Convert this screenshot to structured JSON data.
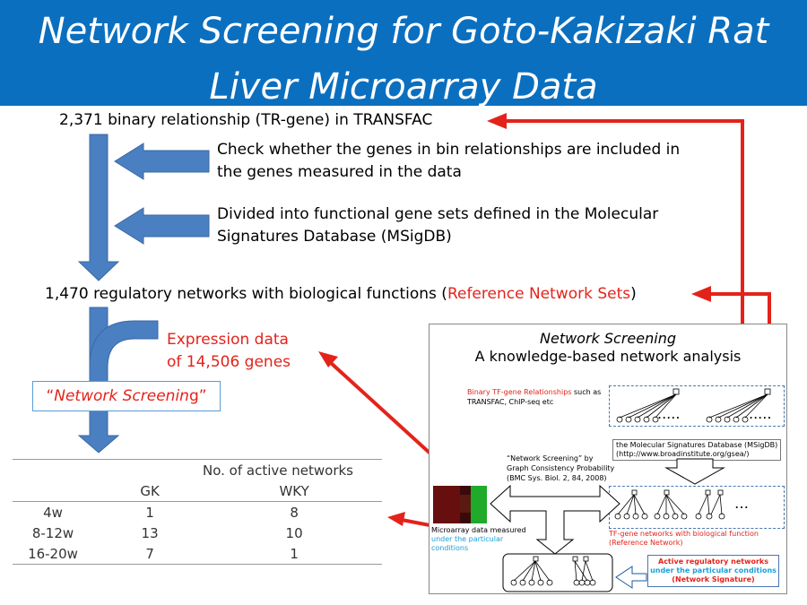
{
  "title": {
    "line1": "Network Screening for Goto-Kakizaki Rat",
    "line2": "Liver Microarray Data"
  },
  "flow": {
    "top": "2,371 binary relationship (TR-gene) in TRANSFAC",
    "step1_line1": "Check whether the genes in bin relationships  are included in",
    "step1_line2": "the genes measured in the data",
    "step2_line1": "Divided into functional gene sets defined in the Molecular",
    "step2_line2": "Signatures Database (MSigDB)",
    "reference_pre": "1,470 regulatory networks with biological functions (",
    "reference_red": "Reference Network Sets",
    "reference_post": ")",
    "expression_line1": "Expression data",
    "expression_line2": "of 14,506 genes",
    "ns_box_open": "“",
    "ns_box_italic": "Network Screenin",
    "ns_box_rest": "g",
    "ns_box_close": "”"
  },
  "table": {
    "header": "No. of active networks",
    "columns": [
      "GK",
      "WKY"
    ],
    "rows": [
      {
        "label": "4w",
        "gk": "1",
        "wky": "8"
      },
      {
        "label": "8-12w",
        "gk": "13",
        "wky": "10"
      },
      {
        "label": "16-20w",
        "gk": "7",
        "wky": "1"
      }
    ]
  },
  "inset": {
    "title": "Network Screening",
    "subtitle": "A knowledge-based network analysis",
    "binary_red": "Binary TF-gene Relationships",
    "binary_rest": " such as",
    "binary_line2": "TRANSFAC, ChIP-seq etc",
    "msigdb_line1": "the Molecular Signatures Database (MSigDB)",
    "msigdb_line2": "(http://www.broadinstitute.org/gsea/)",
    "gcp_line1": "“Network Screening” by",
    "gcp_line2": "Graph Consistency Probability",
    "gcp_line3": "(BMC Sys. Biol. 2, 84, 2008)",
    "micro_line1": "Microarray data measured",
    "micro_line2": "under the particular",
    "micro_line3": "conditions",
    "tf_line1": "TF-gene networks with biological function",
    "tf_line2": "(Reference Network)",
    "active_line1": "Active regulatory networks",
    "active_line2": "under the particular conditions",
    "active_line3": "(Network Signature)",
    "ellipsis": "....."
  },
  "colors": {
    "title_bg": "#0b6fbf",
    "arrow_blue": "#4a7fc1",
    "red": "#e3231b",
    "cyan": "#1aa0d8"
  }
}
